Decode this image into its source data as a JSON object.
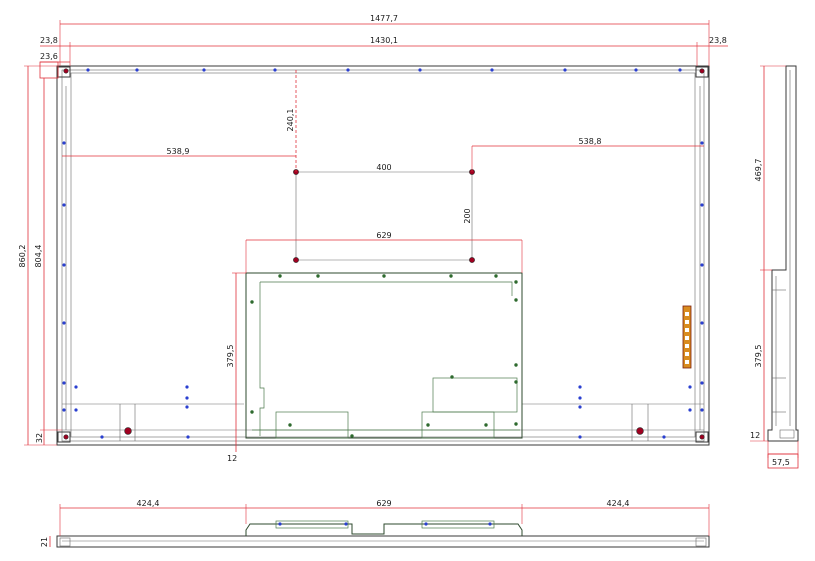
{
  "dimensions": {
    "overall_width": "1477,7",
    "inner_width": "1430,1",
    "bezel_left": "23,8",
    "bezel_right": "23,8",
    "bezel_left_small": "23,6",
    "mount_left_offset": "538,9",
    "mount_right_offset": "538,8",
    "mount_top_offset": "240,1",
    "vesa_horizontal": "400",
    "vesa_vertical": "200",
    "panel_width": "629",
    "overall_height": "860,2",
    "inner_height": "804,4",
    "panel_height_front": "379,5",
    "bottom_bezel": "32",
    "bottom_gap": "12",
    "side_upper": "469,7",
    "side_panel_height": "379,5",
    "side_bottom_gap": "12",
    "side_depth": "57,5",
    "bottom_left": "424,4",
    "bottom_panel_width": "629",
    "bottom_right": "424,4",
    "bottom_thickness": "21"
  }
}
